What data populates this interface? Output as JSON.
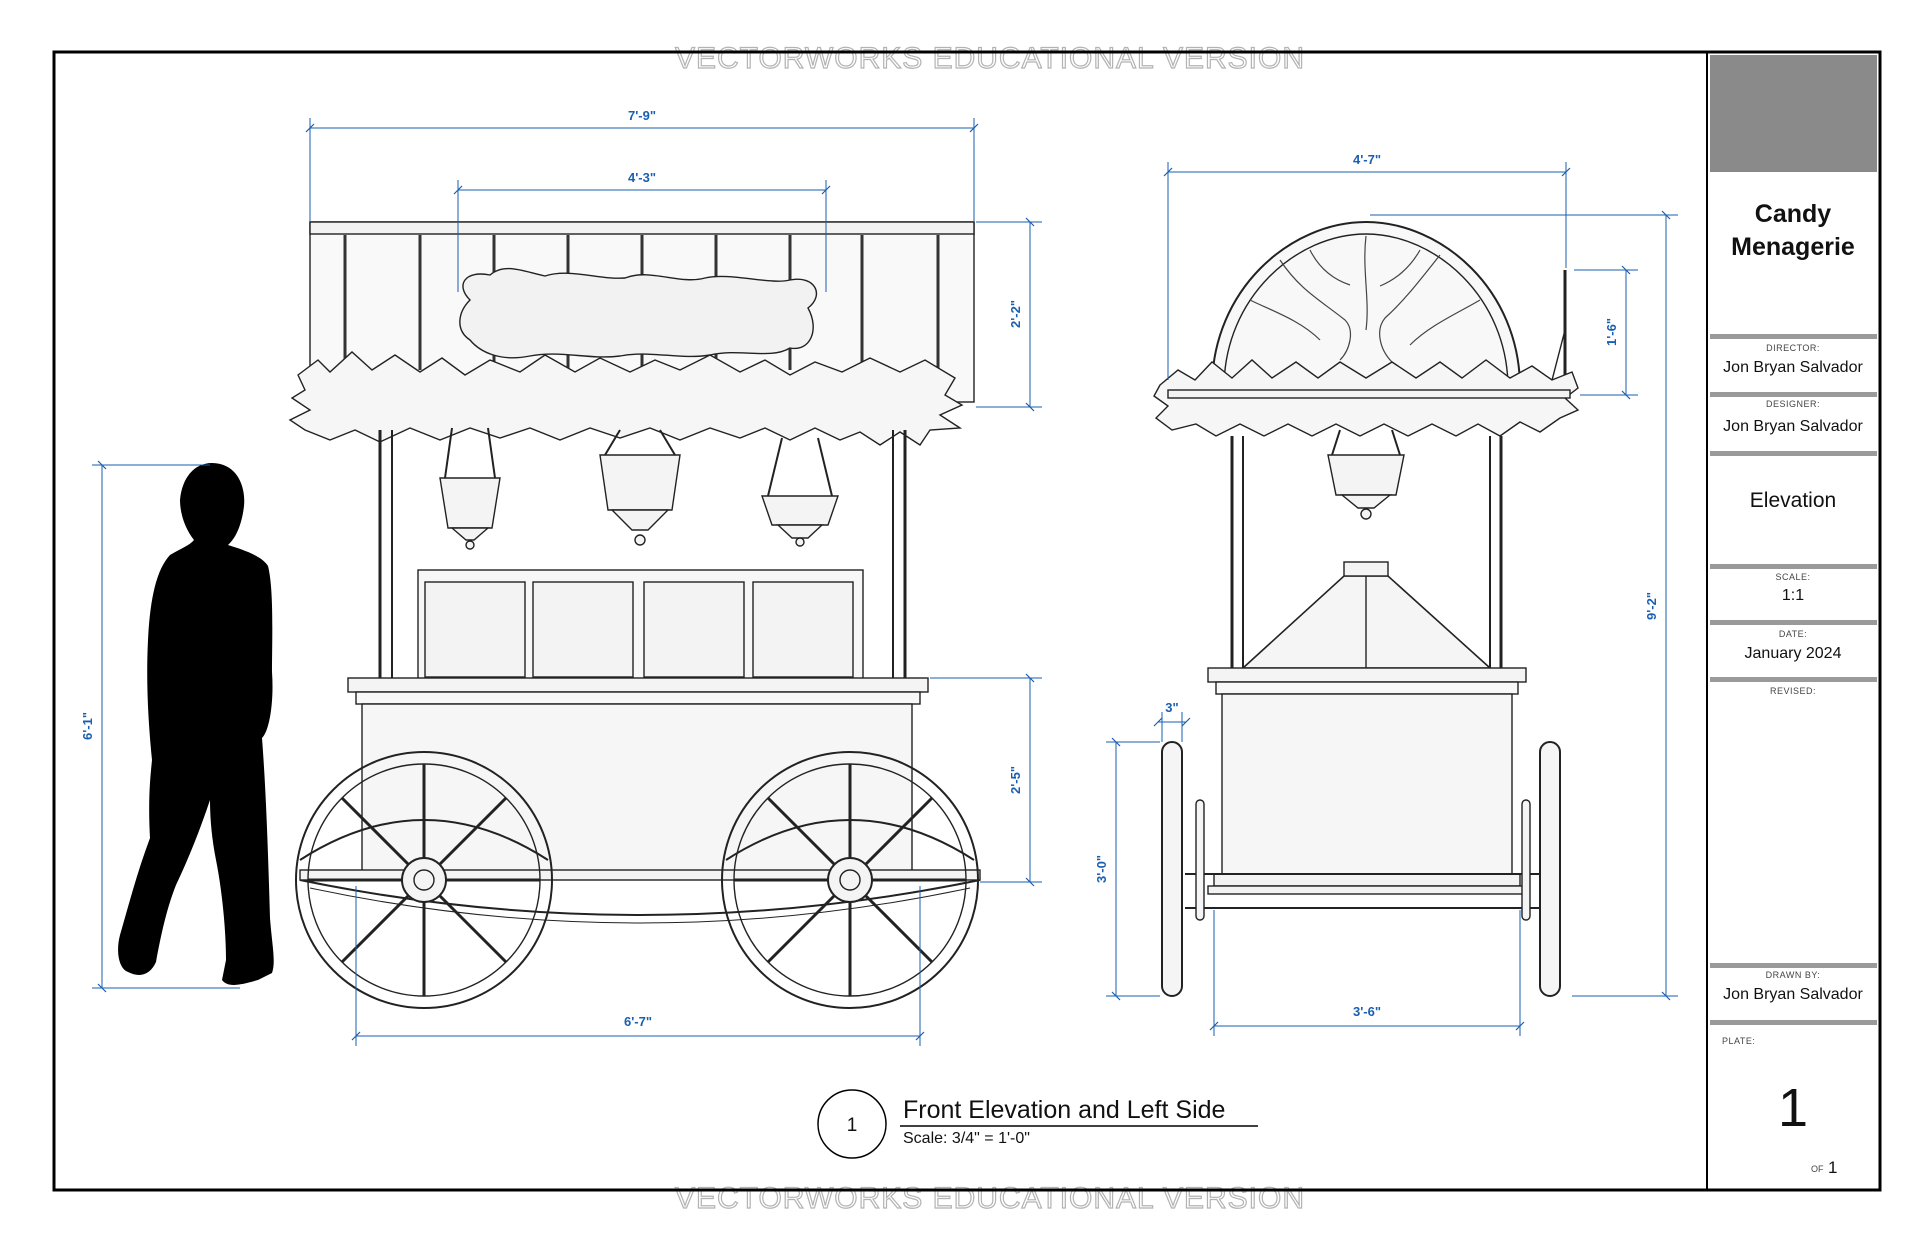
{
  "watermark": "VECTORWORKS EDUCATIONAL VERSION",
  "colors": {
    "dimension": "#1a5fb0",
    "border": "#000000",
    "title_block_header": "#8a8a8a",
    "silhouette": "#000000"
  },
  "title_block": {
    "project": [
      "Candy",
      "Menagerie"
    ],
    "director_label": "DIRECTOR:",
    "director": "Jon Bryan Salvador",
    "designer_label": "DESIGNER:",
    "designer": "Jon Bryan Salvador",
    "sheet_title": "Elevation",
    "scale_label": "SCALE:",
    "scale": "1:1",
    "date_label": "DATE:",
    "date": "January 2024",
    "revised_label": "REVISED:",
    "drawn_by_label": "DRAWN BY:",
    "drawn_by": "Jon Bryan Salvador",
    "plate_label": "PLATE:",
    "plate": "1",
    "of_label": "OF",
    "of_total": "1"
  },
  "drawing_title": {
    "number": "1",
    "title": "Front Elevation and Left Side",
    "scale": "Scale: 3/4\" = 1'-0\""
  },
  "dimensions": {
    "front_width_overall": "7'-9\"",
    "front_sign_width": "4'-3\"",
    "front_canopy_height": "2'-2\"",
    "person_height": "6'-1\"",
    "front_counter_height": "2'-5\"",
    "front_base_width": "6'-7\"",
    "side_width_overall": "4'-7\"",
    "side_crown_height": "1'-6\"",
    "side_total_height": "9'-2\"",
    "side_wheel_thickness": "3\"",
    "side_wheel_height": "3'-0\"",
    "side_base_width": "3'-6\""
  }
}
